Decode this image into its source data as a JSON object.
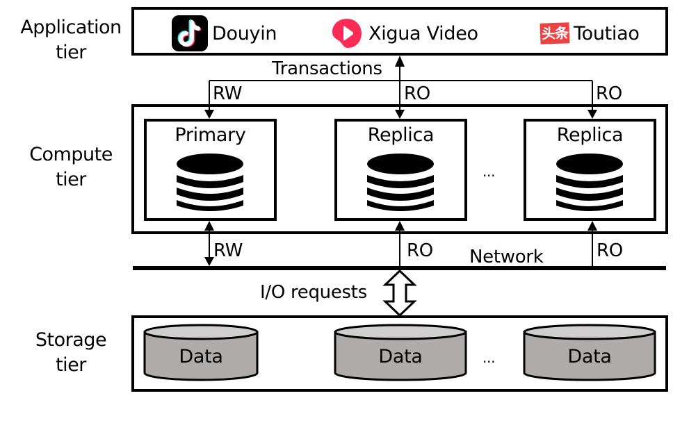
{
  "tiers": {
    "application": "Application tier",
    "application_lines": [
      "Application",
      "tier"
    ],
    "compute_lines": [
      "Compute",
      "tier"
    ],
    "storage_lines": [
      "Storage",
      "tier"
    ]
  },
  "apps": [
    {
      "name": "Douyin",
      "icon": "douyin-icon"
    },
    {
      "name": "Xigua Video",
      "icon": "xigua-video-icon"
    },
    {
      "name": "Toutiao",
      "icon": "toutiao-icon",
      "icon_text": "头条"
    }
  ],
  "connections": {
    "transactions_label": "Transactions",
    "primary_access": "RW",
    "replica1_access": "RO",
    "replica2_access": "RO",
    "primary_net_access": "RW",
    "replica1_net_access": "RO",
    "replica2_net_access": "RO",
    "network_label": "Network",
    "io_label": "I/O requests"
  },
  "compute_nodes": [
    {
      "title": "Primary",
      "icon": "database-icon"
    },
    {
      "title": "Replica",
      "icon": "database-icon"
    },
    {
      "title": "Replica",
      "icon": "database-icon"
    }
  ],
  "compute_ellipsis": "...",
  "storage_nodes": [
    {
      "label": "Data"
    },
    {
      "label": "Data"
    },
    {
      "label": "Data"
    }
  ],
  "storage_ellipsis": "...",
  "colors": {
    "stroke": "#000000",
    "cylinder_body": "#afabab",
    "cylinder_top": "#d0cece",
    "douyin_bg": "#000000",
    "xigua": "#fe2c55",
    "toutiao": "#f04142"
  }
}
